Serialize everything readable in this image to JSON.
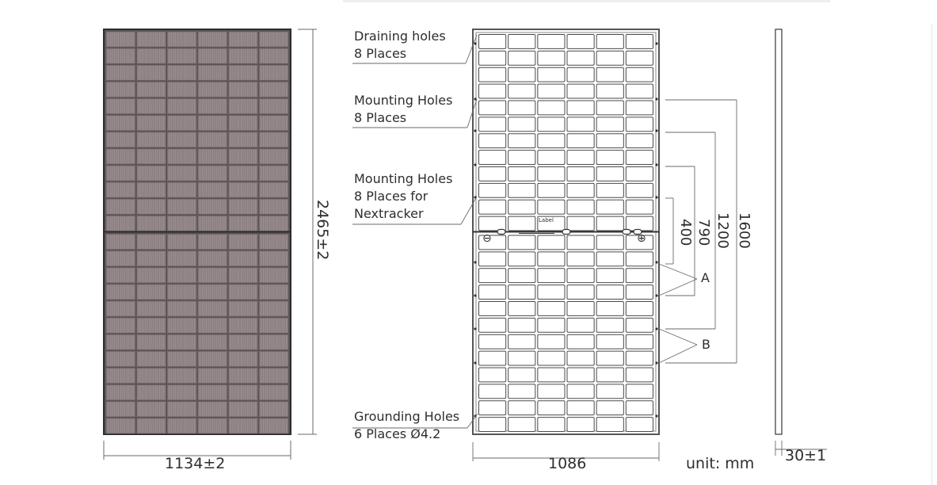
{
  "front_view": {
    "width_dim": "1134±2",
    "height_dim": "2465±2"
  },
  "back_view": {
    "callouts": {
      "draining": [
        "Draining holes",
        "8 Places"
      ],
      "mounting": [
        "Mounting Holes",
        "8 Places"
      ],
      "nextracker": [
        "Mounting Holes",
        "8 Places for",
        "Nextracker"
      ],
      "grounding": [
        "Grounding Holes",
        "6 Places Ø4.2"
      ]
    },
    "width_dim": "1086",
    "spacing_dims": [
      "400",
      "790",
      "1200",
      "1600"
    ],
    "group_labels": [
      "A",
      "B"
    ],
    "junction_label": "Label",
    "minus_symbol": "⊖",
    "plus_symbol": "⊕"
  },
  "side_view": {
    "thickness_dim": "30±1"
  },
  "unit": "unit: mm",
  "colors": {
    "frame": "#555555",
    "cell_fill": "#8c7f82",
    "cell_line": "#d8d2d3",
    "drawing_line": "#6a6a6a",
    "back_grid": "#4a4a4a"
  }
}
